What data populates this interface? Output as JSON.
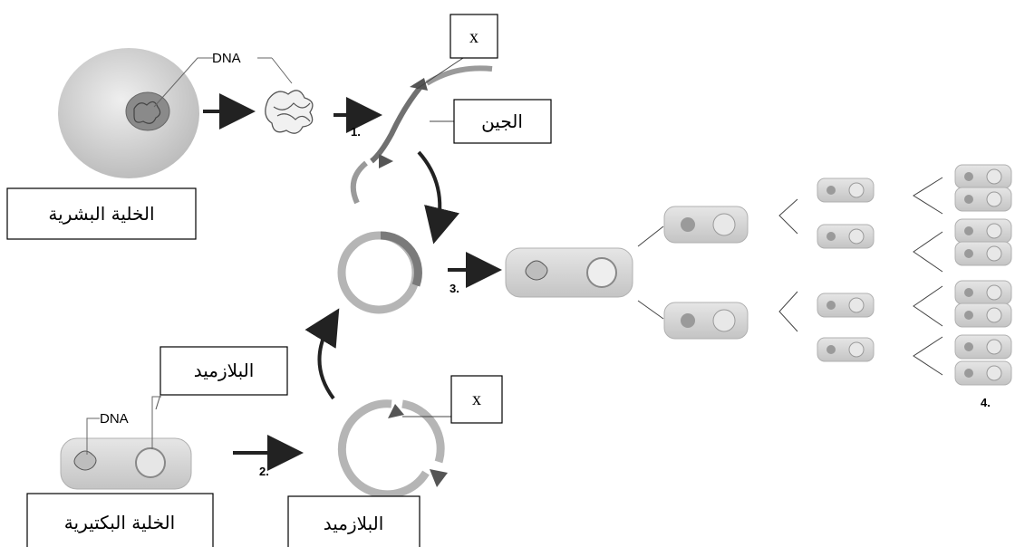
{
  "labels": {
    "dna_top": "DNA",
    "dna_bottom": "DNA",
    "human_cell": "الخلية البشرية",
    "bacterial_cell": "الخلية البكتيرية",
    "gene": "الجين",
    "plasmid_upper": "البلازميد",
    "plasmid_lower": "البلازميد",
    "x_top": "x",
    "x_bottom": "x"
  },
  "steps": {
    "s1": "1.",
    "s2": "2.",
    "s3": "3.",
    "s4": "4."
  },
  "colors": {
    "cell_gray": "#cfcfcf",
    "bacteria_fill": "#d6d6d6",
    "arrow": "#222222",
    "gene_strand": "#8a8a8a",
    "plasmid": "#b5b5b5"
  }
}
